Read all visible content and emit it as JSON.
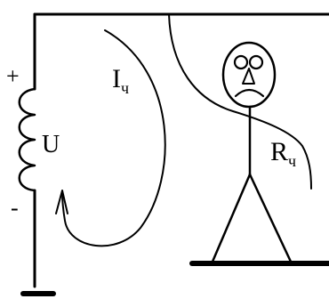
{
  "labels": {
    "plus": "+",
    "minus": "-",
    "voltage": "U",
    "current_main": "I",
    "current_sub": "ч",
    "resistance_main": "R",
    "resistance_sub": "ч"
  },
  "colors": {
    "stroke": "#000000",
    "background": "#ffffff"
  }
}
